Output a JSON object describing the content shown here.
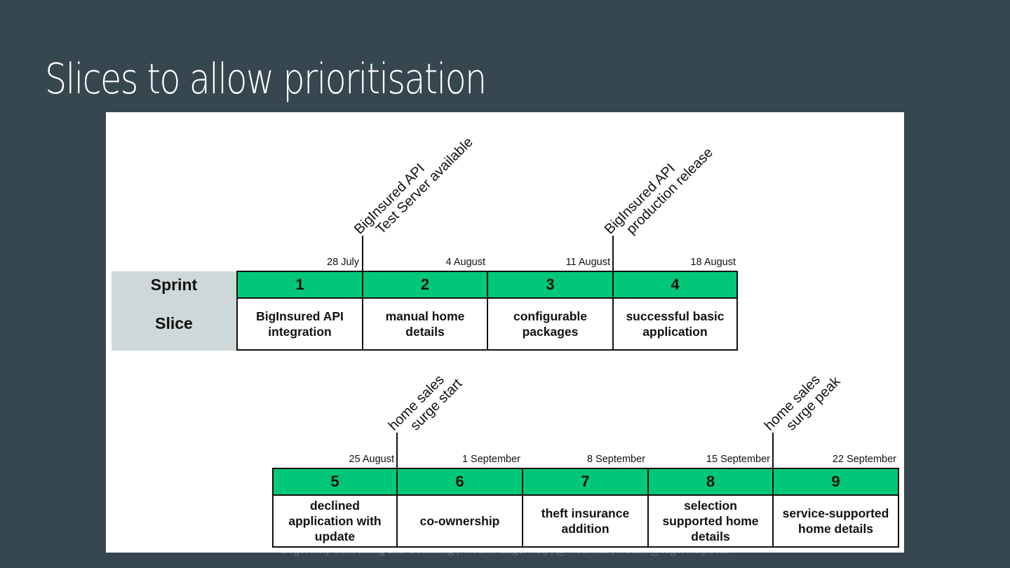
{
  "slide": {
    "title": "Slices to allow prioritisation",
    "footer": "Zagerwelj Consulting and Coaching | Wouter Lagerweij | @wouterla | wouter@lagerweij.com"
  },
  "labels": {
    "sprint": "Sprint",
    "slice": "Slice"
  },
  "row1": {
    "dates": [
      "28 July",
      "4 August",
      "11 August",
      "18 August"
    ],
    "sprints": [
      "1",
      "2",
      "3",
      "4"
    ],
    "slices": [
      "BigInsured API\nintegration",
      "manual home\ndetails",
      "configurable\npackages",
      "successful basic\napplication"
    ],
    "milestones": [
      {
        "lines": [
          "BigInsured API",
          "Test Server available"
        ]
      },
      {
        "lines": [
          "BigInsured API",
          "production release"
        ]
      }
    ]
  },
  "row2": {
    "dates": [
      "25 August",
      "1 September",
      "8 September",
      "15 September",
      "22 September"
    ],
    "sprints": [
      "5",
      "6",
      "7",
      "8",
      "9"
    ],
    "slices": [
      "declined\napplication with\nupdate",
      "co-ownership",
      "theft insurance\naddition",
      "selection\nsupported home\ndetails",
      "service-supported\nhome details"
    ],
    "milestones": [
      {
        "lines": [
          "home sales",
          "surge start"
        ]
      },
      {
        "lines": [
          "home sales",
          "surge peak"
        ]
      }
    ]
  },
  "colors": {
    "sprint_fill": "#00c878",
    "label_fill": "#cfd8d8",
    "background": "#37474f"
  }
}
